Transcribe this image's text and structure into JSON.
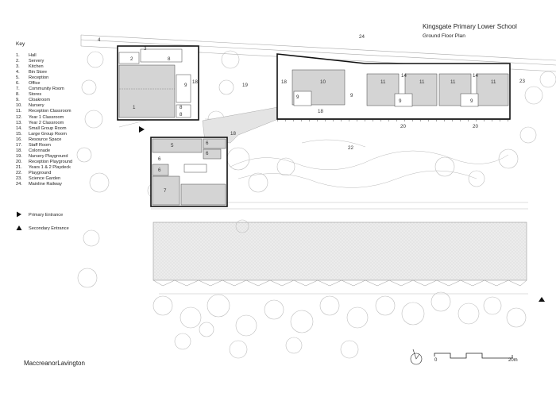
{
  "title": "Kingsgate Primary Lower School",
  "subtitle": "Ground Floor Plan",
  "brand": "MaccreanorLavington",
  "key": {
    "heading": "Key",
    "items": [
      {
        "num": "1.",
        "label": "Hall"
      },
      {
        "num": "2.",
        "label": "Servery"
      },
      {
        "num": "3.",
        "label": "Kitchen"
      },
      {
        "num": "4.",
        "label": "Bin Store"
      },
      {
        "num": "5.",
        "label": "Reception"
      },
      {
        "num": "6.",
        "label": "Office"
      },
      {
        "num": "7.",
        "label": "Community Room"
      },
      {
        "num": "8.",
        "label": "Stores"
      },
      {
        "num": "9.",
        "label": "Cloakroom"
      },
      {
        "num": "10.",
        "label": "Nursery"
      },
      {
        "num": "11.",
        "label": "Reception Classroom"
      },
      {
        "num": "12.",
        "label": "Year 1 Classroom"
      },
      {
        "num": "13.",
        "label": "Year 2 Classroom"
      },
      {
        "num": "14.",
        "label": "Small Group Room"
      },
      {
        "num": "15.",
        "label": "Large Group Room"
      },
      {
        "num": "16.",
        "label": "Resource Space"
      },
      {
        "num": "17.",
        "label": "Staff Room"
      },
      {
        "num": "18.",
        "label": "Colonnade"
      },
      {
        "num": "19.",
        "label": "Nursery Playground"
      },
      {
        "num": "20.",
        "label": "Reception Playground"
      },
      {
        "num": "21.",
        "label": "Years 1 & 2 Playdeck"
      },
      {
        "num": "22.",
        "label": "Playground"
      },
      {
        "num": "23.",
        "label": "Science Garden"
      },
      {
        "num": "24.",
        "label": "Mainline Railway"
      }
    ],
    "primary_entrance": "Primary Entrance",
    "secondary_entrance": "Secondary Entrance"
  },
  "scale": {
    "start": "0",
    "end": "20m"
  },
  "room_labels": {
    "r1": "1",
    "r2": "2",
    "r3": "3",
    "r4": "4",
    "r5": "5",
    "r6a": "6",
    "r6b": "6",
    "r6c": "6",
    "r6d": "6",
    "r7": "7",
    "r8a": "8",
    "r8b": "8",
    "r8c": "8",
    "r9a": "9",
    "r9b": "9",
    "r9c": "9",
    "r9d": "9",
    "r9e": "9",
    "r10": "10",
    "r11a": "11",
    "r11b": "11",
    "r11c": "11",
    "r11d": "11",
    "r14a": "14",
    "r14b": "14",
    "r18a": "18",
    "r18b": "18",
    "r18c": "18",
    "r18d": "18",
    "r19": "19",
    "r20a": "20",
    "r20b": "20",
    "r22": "22",
    "r23": "23",
    "r24": "24"
  },
  "colors": {
    "wall": "#111111",
    "floor": "#d6d6d6",
    "ground": "#b5b5b5"
  }
}
